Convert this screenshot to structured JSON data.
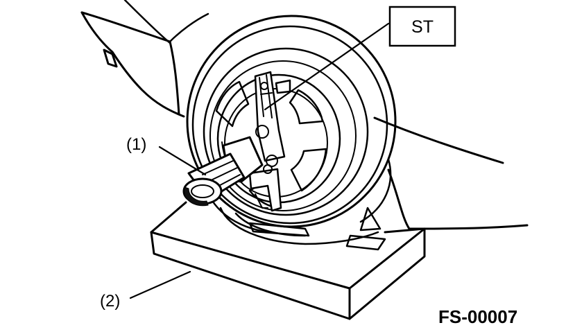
{
  "labels": {
    "st": "ST",
    "callout_1": "(1)",
    "callout_2": "(2)",
    "figure_code": "FS-00007"
  },
  "colors": {
    "ink": "#000000",
    "paper": "#ffffff"
  }
}
